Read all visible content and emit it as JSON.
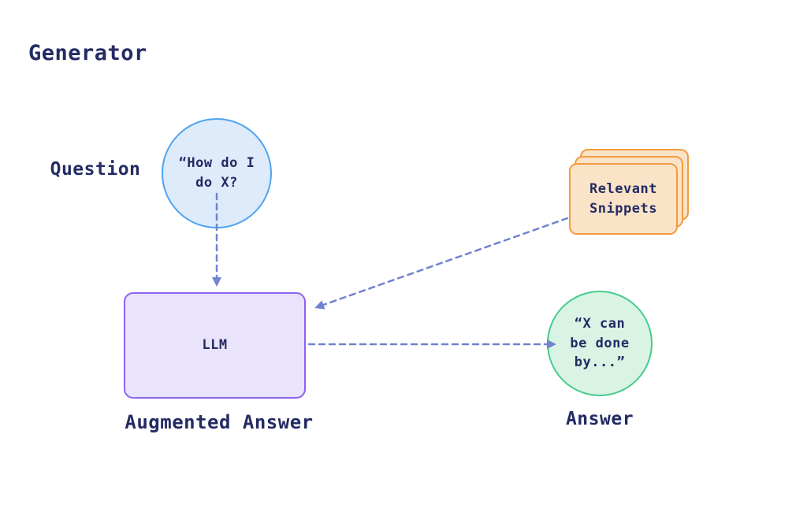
{
  "colors": {
    "navy": "#232b63",
    "arrow": "#7183cf",
    "blue-border": "#50a3f0",
    "blue-fill": "#ddebfa",
    "orange-border": "#f29c3f",
    "orange-fill": "#fae3c7",
    "purple-border": "#8e62ef",
    "purple-fill": "#e9e3fc",
    "green-border": "#47cb8d",
    "green-fill": "#d9f4e4"
  },
  "diagram": {
    "title": "Generator",
    "nodes": {
      "question": {
        "label": "Question",
        "text": "“How do I\ndo X?"
      },
      "llm": {
        "text": "LLM",
        "label": "Augmented Answer"
      },
      "snippets": {
        "text": "Relevant\nSnippets"
      },
      "answer": {
        "label": "Answer",
        "text": "“X can\nbe done\nby...”"
      }
    }
  }
}
